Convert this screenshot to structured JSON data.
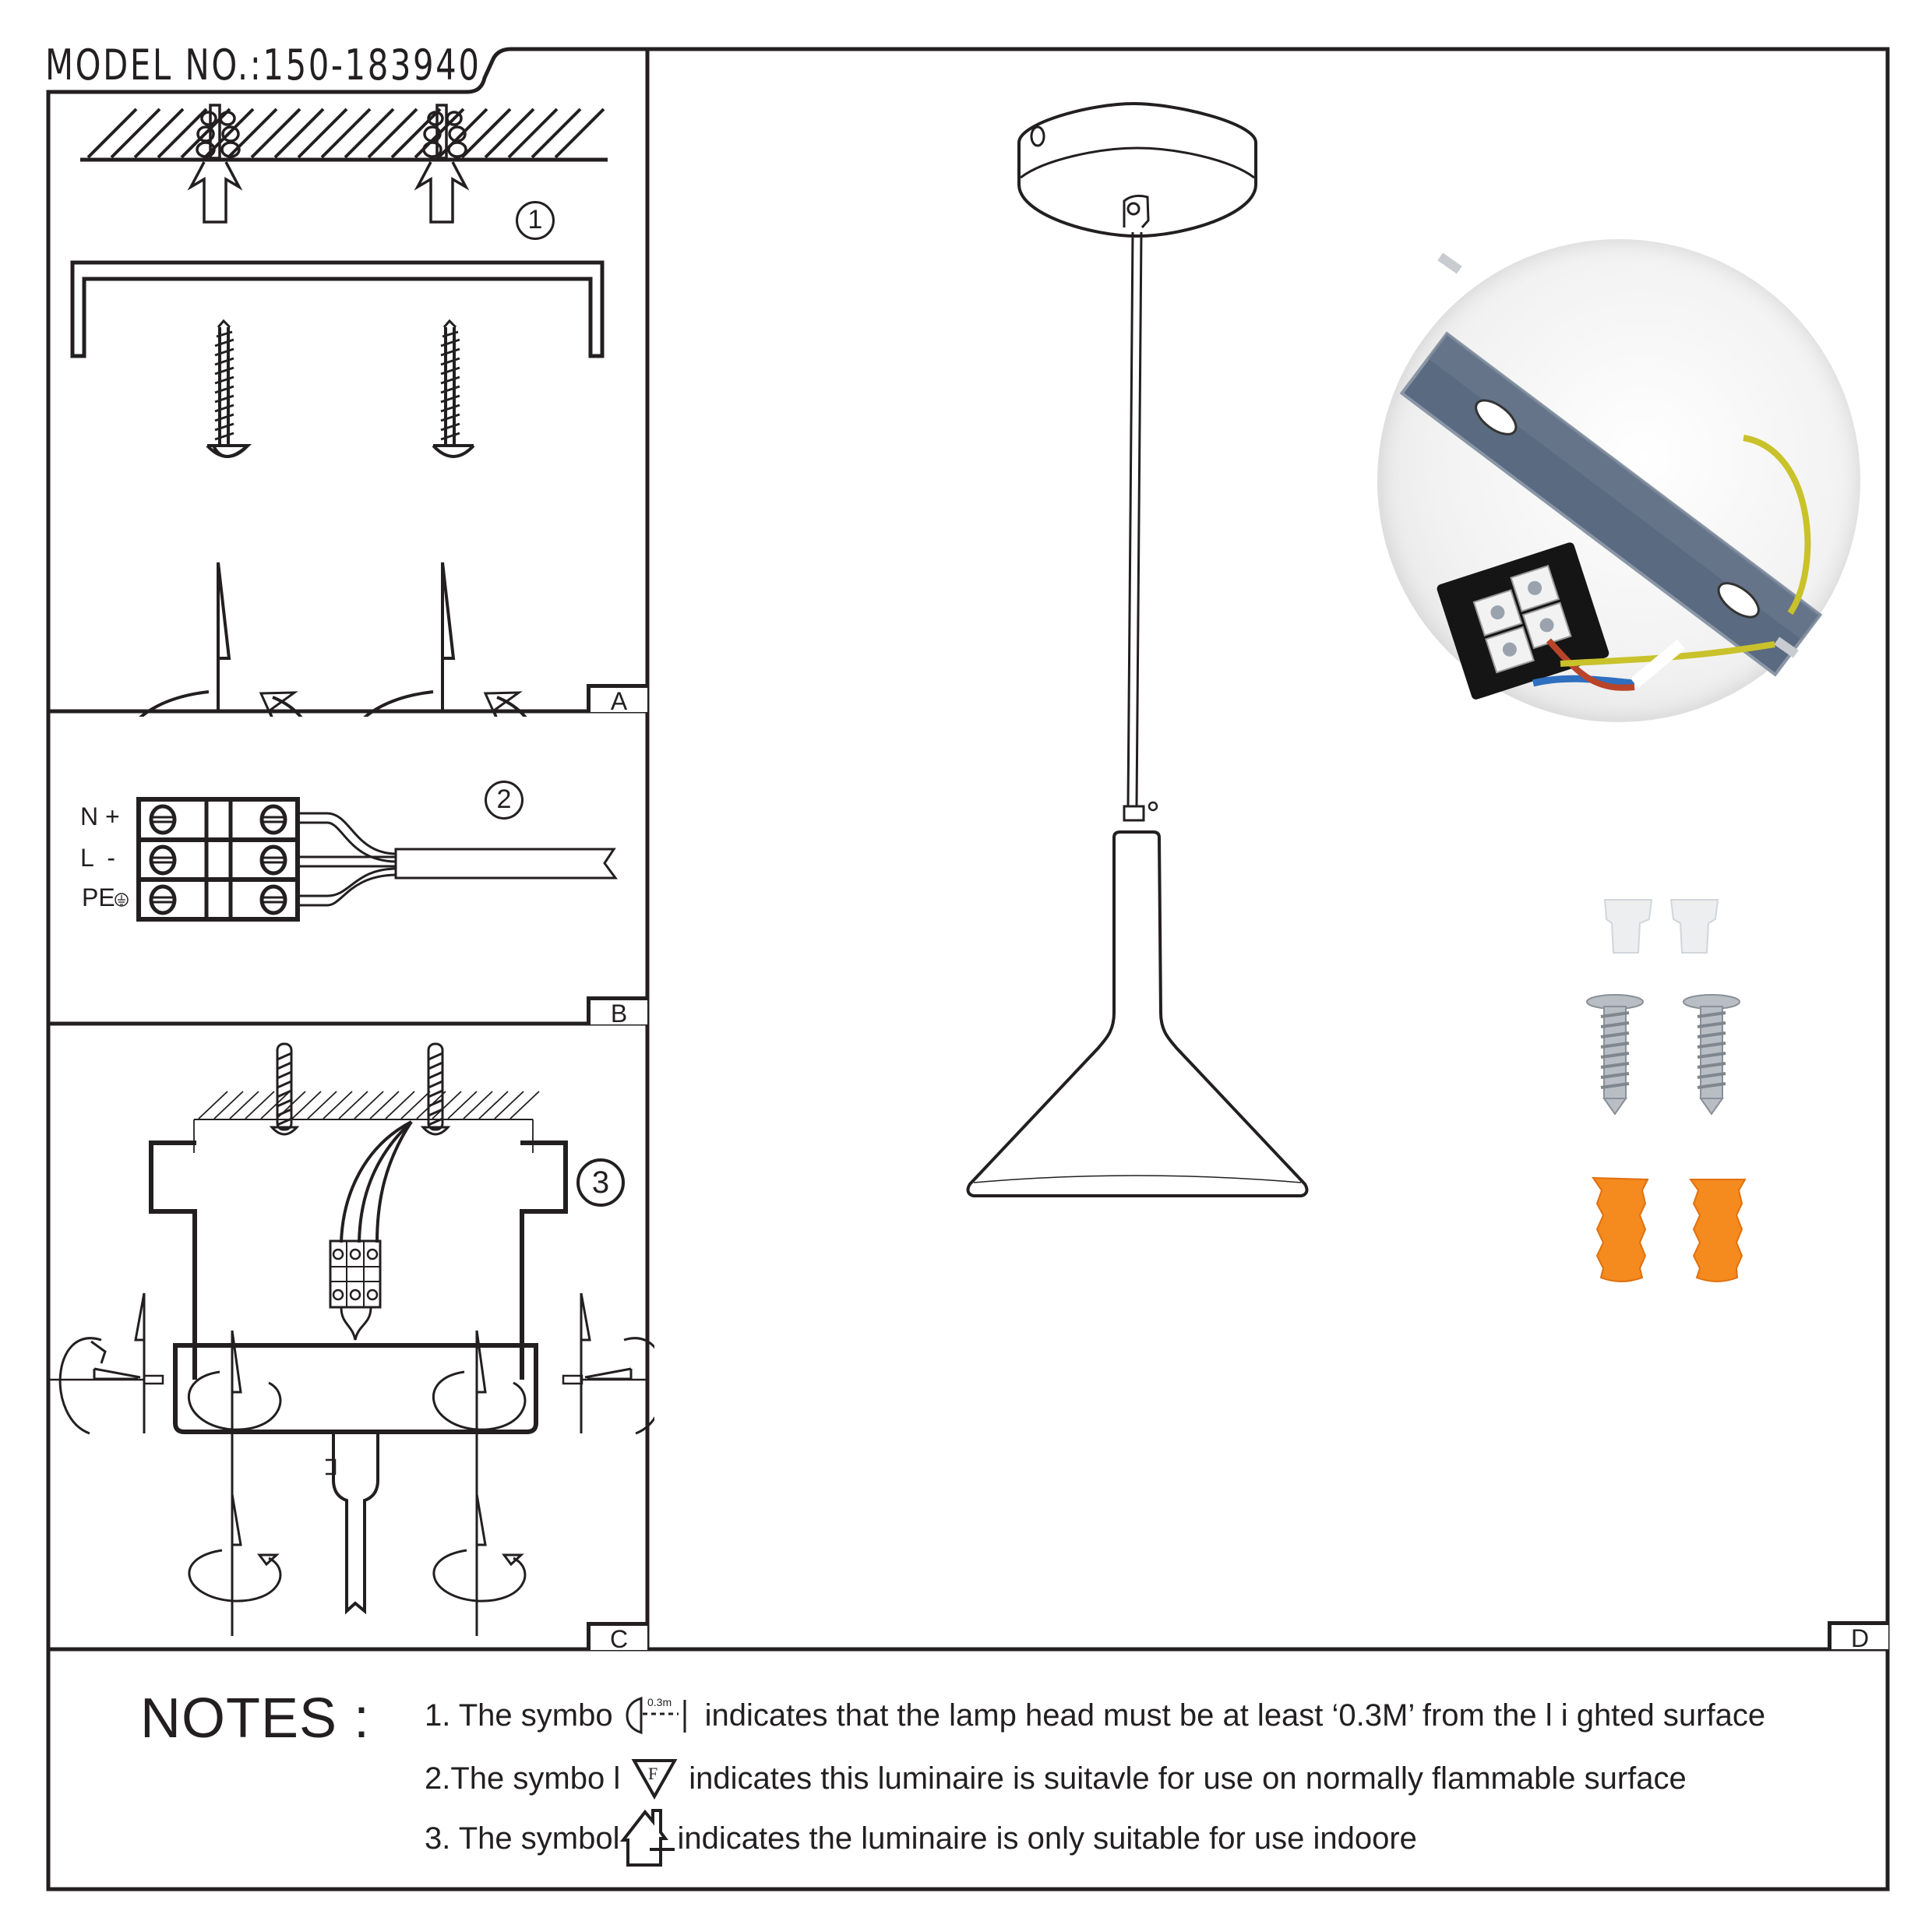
{
  "header": {
    "model_number": "MODEL NO.:150-183940"
  },
  "panels": {
    "a": {
      "label": "A",
      "step": "1"
    },
    "b": {
      "label": "B",
      "step": "2",
      "terminals": [
        {
          "label": "N +"
        },
        {
          "label": "L  -"
        },
        {
          "label": "PE"
        }
      ]
    },
    "c": {
      "label": "C",
      "step": "3"
    },
    "d": {
      "label": "D",
      "hardware": [
        {
          "name": "insulating caps",
          "count": 2,
          "color": "#eef0f2"
        },
        {
          "name": "screws",
          "count": 2,
          "color": "#b9bec4"
        },
        {
          "name": "wall plugs",
          "count": 2,
          "color": "#f58a1f"
        }
      ],
      "photo_wire_colors": {
        "earth": "#c9c22a",
        "live": "#b8442a",
        "neutral": "#2f6fc0"
      }
    }
  },
  "notes": {
    "title": "NOTES :",
    "items": [
      {
        "prefix": "1. The symbo",
        "symbol": "0.3m",
        "text": "indicates that the lamp head must be at least ‘0.3M’ from the l i ghted surface"
      },
      {
        "prefix": "2.The symbo l",
        "symbol": "F",
        "text": "indicates this luminaire is suitavle for use on normally flammable surface"
      },
      {
        "prefix": "3. The symbol",
        "symbol": "indoor-house",
        "text": "indicates the luminaire is only suitable for use indoore"
      }
    ]
  }
}
